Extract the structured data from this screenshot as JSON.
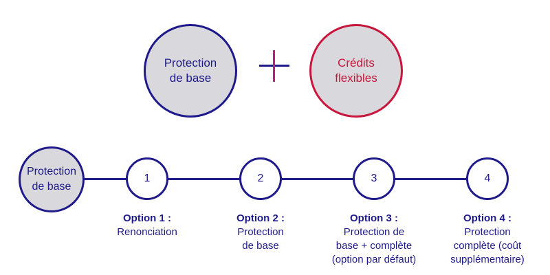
{
  "top": {
    "base_circle": {
      "line1": "Protection",
      "line2": "de base"
    },
    "credits_circle": {
      "line1": "Crédits",
      "line2": "flexibles"
    },
    "plus_symbol": "plus-icon"
  },
  "track": {
    "start": {
      "line1": "Protection",
      "line2": "de base"
    },
    "steps": [
      {
        "number": "1",
        "title": "Option 1 :",
        "desc": "Renonciation"
      },
      {
        "number": "2",
        "title": "Option 2 :",
        "desc": "Protection\nde base"
      },
      {
        "number": "3",
        "title": "Option 3 :",
        "desc": "Protection de\nbase + complète\n(option par défaut)"
      },
      {
        "number": "4",
        "title": "Option 4 :",
        "desc": "Protection\ncomplète (coût\nsupplémentaire)"
      }
    ]
  },
  "colors": {
    "navy": "#1f1a8a",
    "red": "#c8163d",
    "magenta": "#b8217e",
    "grey": "#d9d9dd"
  }
}
